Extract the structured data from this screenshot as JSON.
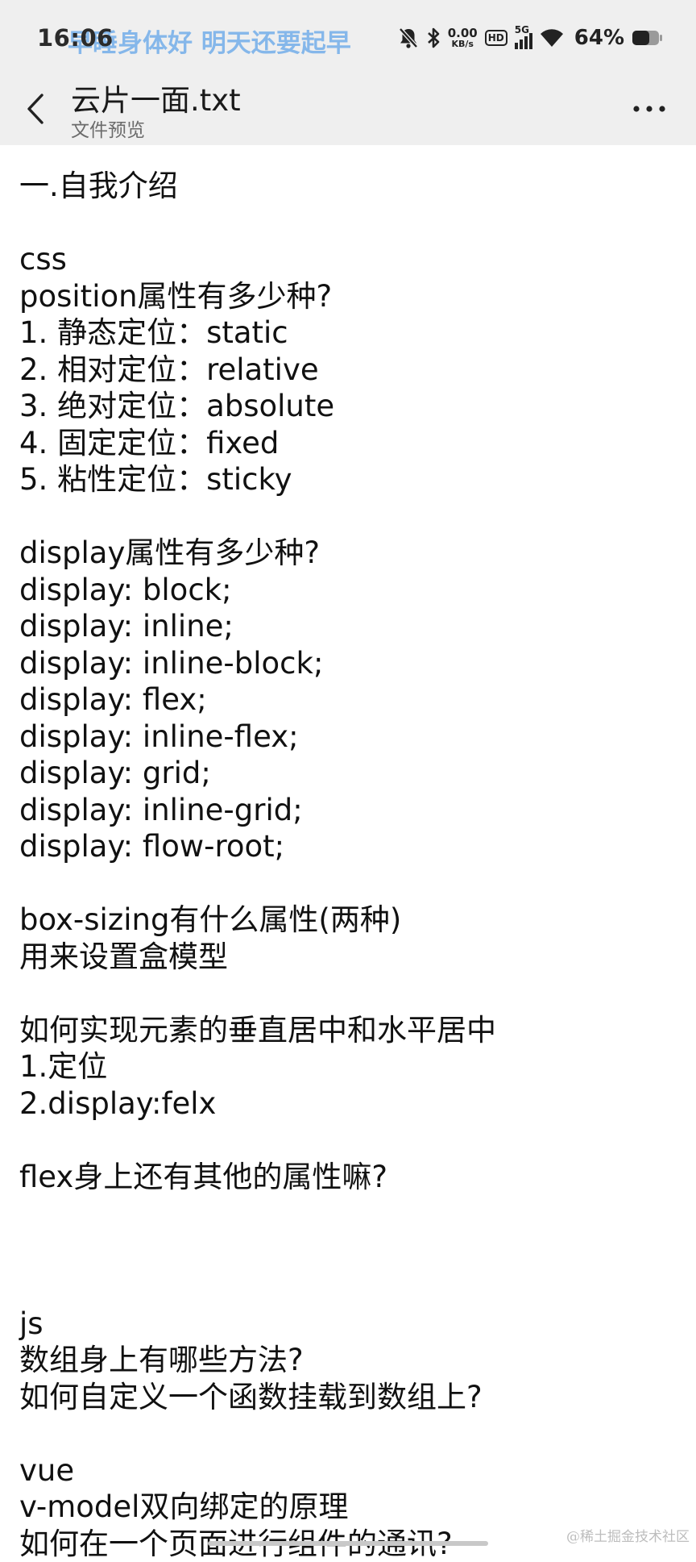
{
  "status_bar": {
    "time": "16:06",
    "banner": "早睡身体好 明天还要起早",
    "net_speed_value": "0.00",
    "net_speed_unit": "KB/s",
    "hd_badge": "HD",
    "signal_label": "5G",
    "battery": "64%",
    "battery_level": 0.64,
    "icons": [
      "mute-bell-icon",
      "bluetooth-icon",
      "hd-icon",
      "signal-icon",
      "wifi-icon",
      "battery-icon"
    ]
  },
  "app_bar": {
    "title": "云片一面.txt",
    "subtitle": "文件预览",
    "back_icon": "chevron-left-icon",
    "more_icon": "more-horizontal-icon"
  },
  "document": {
    "lines": [
      "一.自我介绍",
      "",
      "css",
      "position属性有多少种?",
      "1. 静态定位：static",
      "2. 相对定位：relative",
      "3. 绝对定位：absolute",
      "4. 固定定位：fixed",
      "5. 粘性定位：sticky",
      "",
      "display属性有多少种?",
      "display: block;",
      "display: inline;",
      "display: inline-block;",
      "display: flex;",
      "display: inline-flex;",
      "display: grid;",
      "display: inline-grid;",
      "display: flow-root;",
      "",
      "box-sizing有什么属性(两种)",
      "用来设置盒模型",
      "",
      "如何实现元素的垂直居中和水平居中",
      "1.定位",
      "2.display:felx",
      "",
      "flex身上还有其他的属性嘛?",
      "",
      "",
      "",
      "js",
      "数组身上有哪些方法?",
      "如何自定义一个函数挂载到数组上?",
      "",
      "vue",
      "v-model双向绑定的原理",
      "如何在一个页面进行组件的通讯?"
    ]
  },
  "watermark": "@稀土掘金技术社区"
}
